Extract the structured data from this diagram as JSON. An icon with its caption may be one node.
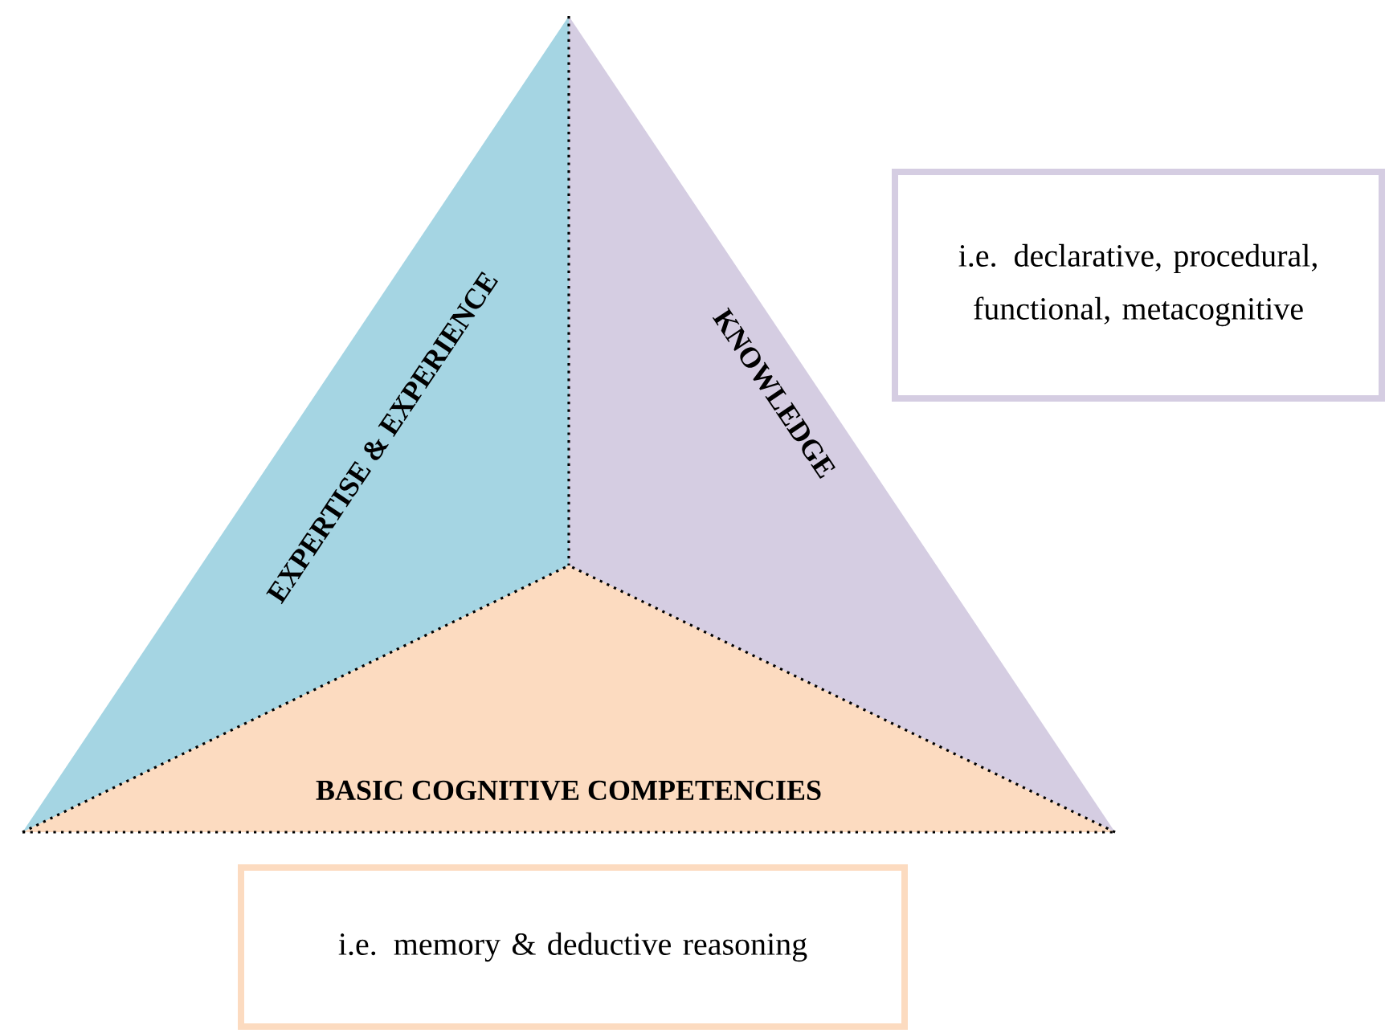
{
  "diagram": {
    "nodes": [
      {
        "text": [
          "EXPERTISE & EXPERIENCE"
        ]
      },
      {
        "text": [
          "KNOWLEDGE"
        ]
      },
      {
        "text": [
          "i.e. declarative, procedural, functional, metacognitive"
        ]
      },
      {
        "text": [
          "BASIC COGNITIVE COMPETENCIES"
        ]
      },
      {
        "text": [
          "i.e. memory & deductive reasoning"
        ]
      }
    ]
  }
}
